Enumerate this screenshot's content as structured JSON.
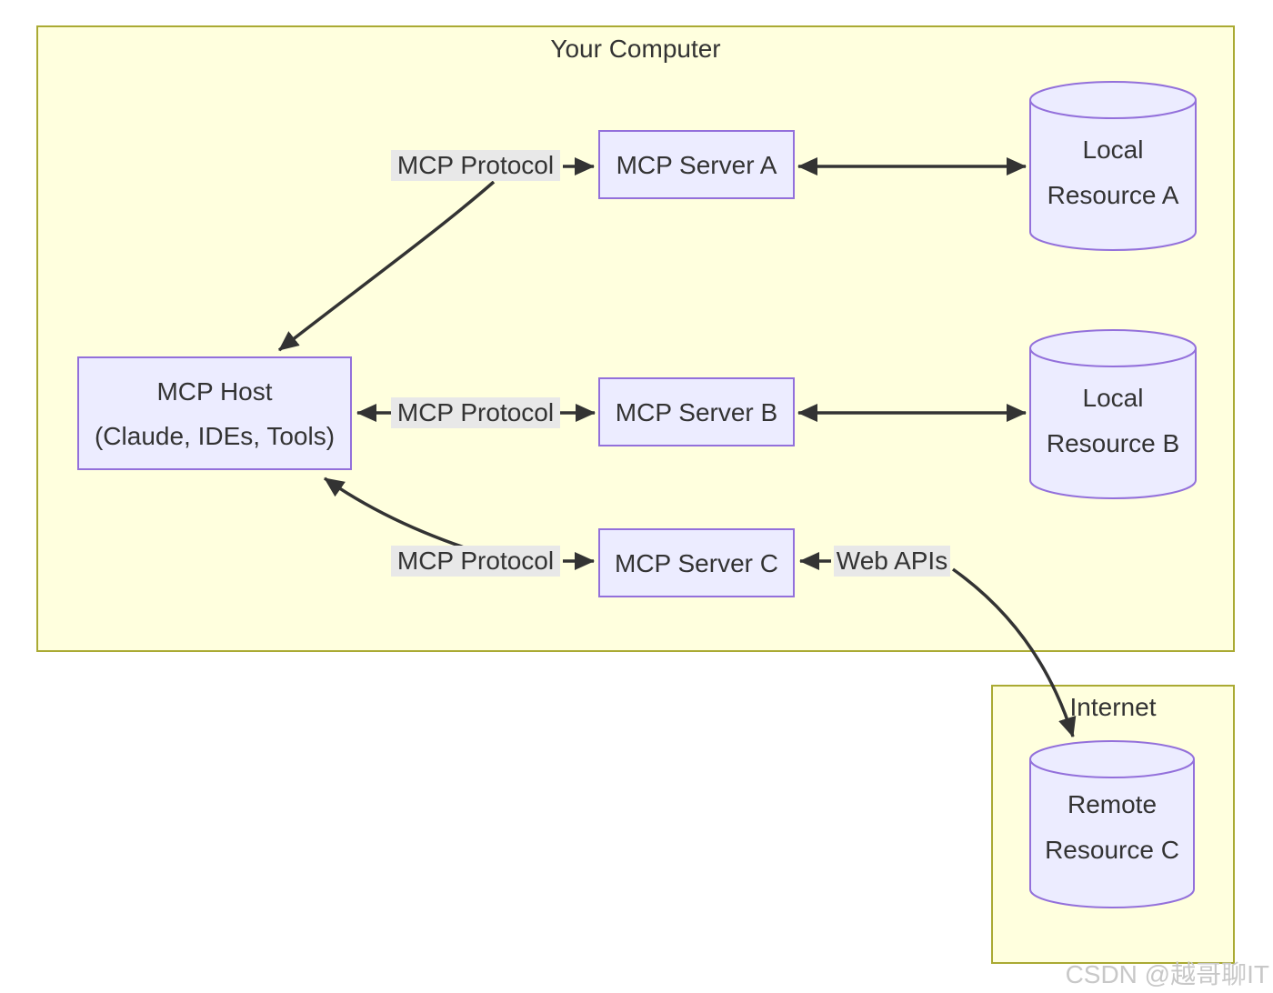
{
  "diagram": {
    "your_computer": {
      "title": "Your Computer"
    },
    "internet": {
      "title": "Internet"
    },
    "nodes": {
      "host": {
        "line1": "MCP Host",
        "line2": "(Claude, IDEs, Tools)"
      },
      "server_a": {
        "label": "MCP Server A"
      },
      "server_b": {
        "label": "MCP Server B"
      },
      "server_c": {
        "label": "MCP Server C"
      },
      "resource_a": {
        "line1": "Local",
        "line2": "Resource A"
      },
      "resource_b": {
        "line1": "Local",
        "line2": "Resource B"
      },
      "resource_c": {
        "line1": "Remote",
        "line2": "Resource C"
      }
    },
    "edge_labels": {
      "protocol_a": "MCP Protocol",
      "protocol_b": "MCP Protocol",
      "protocol_c": "MCP Protocol",
      "web_apis": "Web APIs"
    },
    "colors": {
      "container_fill": "#ffffde",
      "container_border": "#aaaa33",
      "node_fill": "#ececff",
      "node_border": "#9370db",
      "edge_label_bg": "#e8e8e8",
      "edge_color": "#333333",
      "text": "#333333",
      "watermark": "#c8c8c8"
    }
  },
  "watermark": "CSDN @越哥聊IT"
}
